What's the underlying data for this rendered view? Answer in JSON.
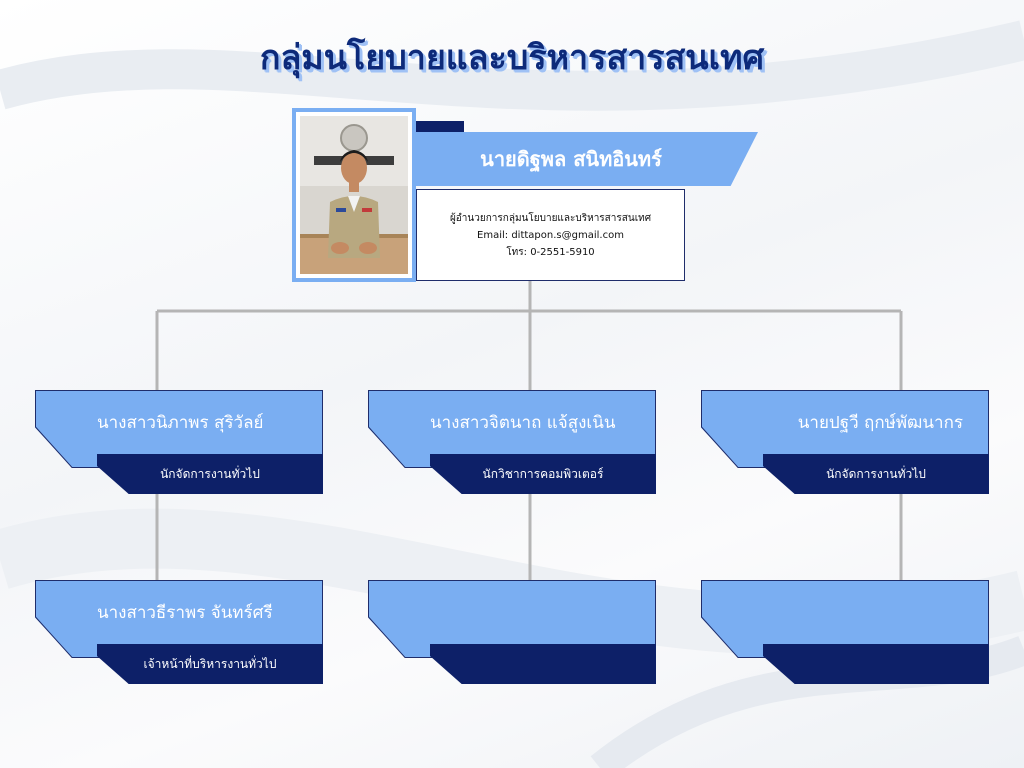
{
  "title": "กลุ่มนโยบายและบริหารสารสนเทศ",
  "head": {
    "name": "นายดิฐพล สนิทอินทร์",
    "position": "ผู้อำนวยการกลุ่มนโยบายและบริหารสารสนเทศ",
    "email": "Email: dittapon.s@gmail.com",
    "phone": "โทร: 0-2551-5910"
  },
  "staff": [
    {
      "name": "นางสาวนิภาพร สุริวัลย์",
      "role": "นักจัดการงานทั่วไป"
    },
    {
      "name": "นางสาวจิตนาถ แจ้สูงเนิน",
      "role": "นักวิชาการคอมพิวเตอร์"
    },
    {
      "name": "นายปฐวี ฤกษ์พัฒนากร",
      "role": "นักจัดการงานทั่วไป"
    },
    {
      "name": "นางสาวธีราพร จันทร์ศรี",
      "role": "เจ้าหน้าที่บริหารงานทั่วไป"
    },
    {
      "name": "",
      "role": ""
    },
    {
      "name": "",
      "role": ""
    }
  ],
  "colors": {
    "light_blue": "#7aaef2",
    "navy": "#0d2068",
    "connector": "#b5b5b5"
  }
}
